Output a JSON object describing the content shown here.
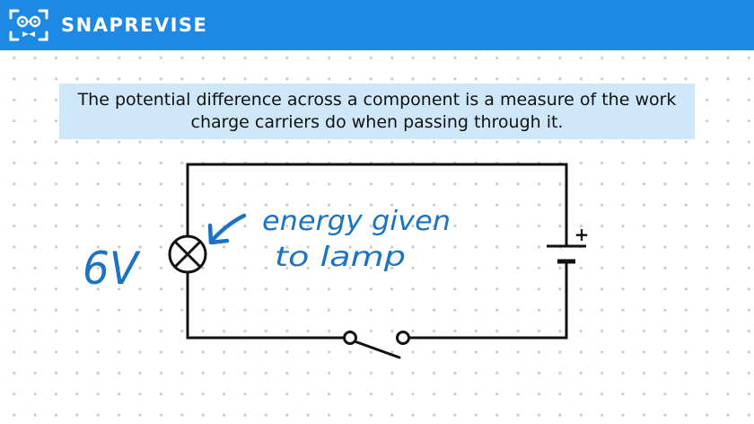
{
  "brand": {
    "name": "SNAPREVISE"
  },
  "banner": {
    "text": "The potential difference across a component is a measure of the work charge carriers do when passing through it."
  },
  "annotations": {
    "voltage": "6V",
    "note_line1": "energy given",
    "note_line2": "to lamp",
    "battery_positive": "+"
  },
  "icons": {
    "logo": "snaprevise-logo-icon",
    "lamp": "lamp-symbol-icon",
    "battery": "cell-symbol-icon",
    "switch": "open-switch-icon",
    "arrow": "hand-drawn-arrow-icon"
  },
  "colors": {
    "header": "#1e88e5",
    "banner": "#cfe8f9",
    "ink": "#1a73c4",
    "wire": "#111111"
  }
}
